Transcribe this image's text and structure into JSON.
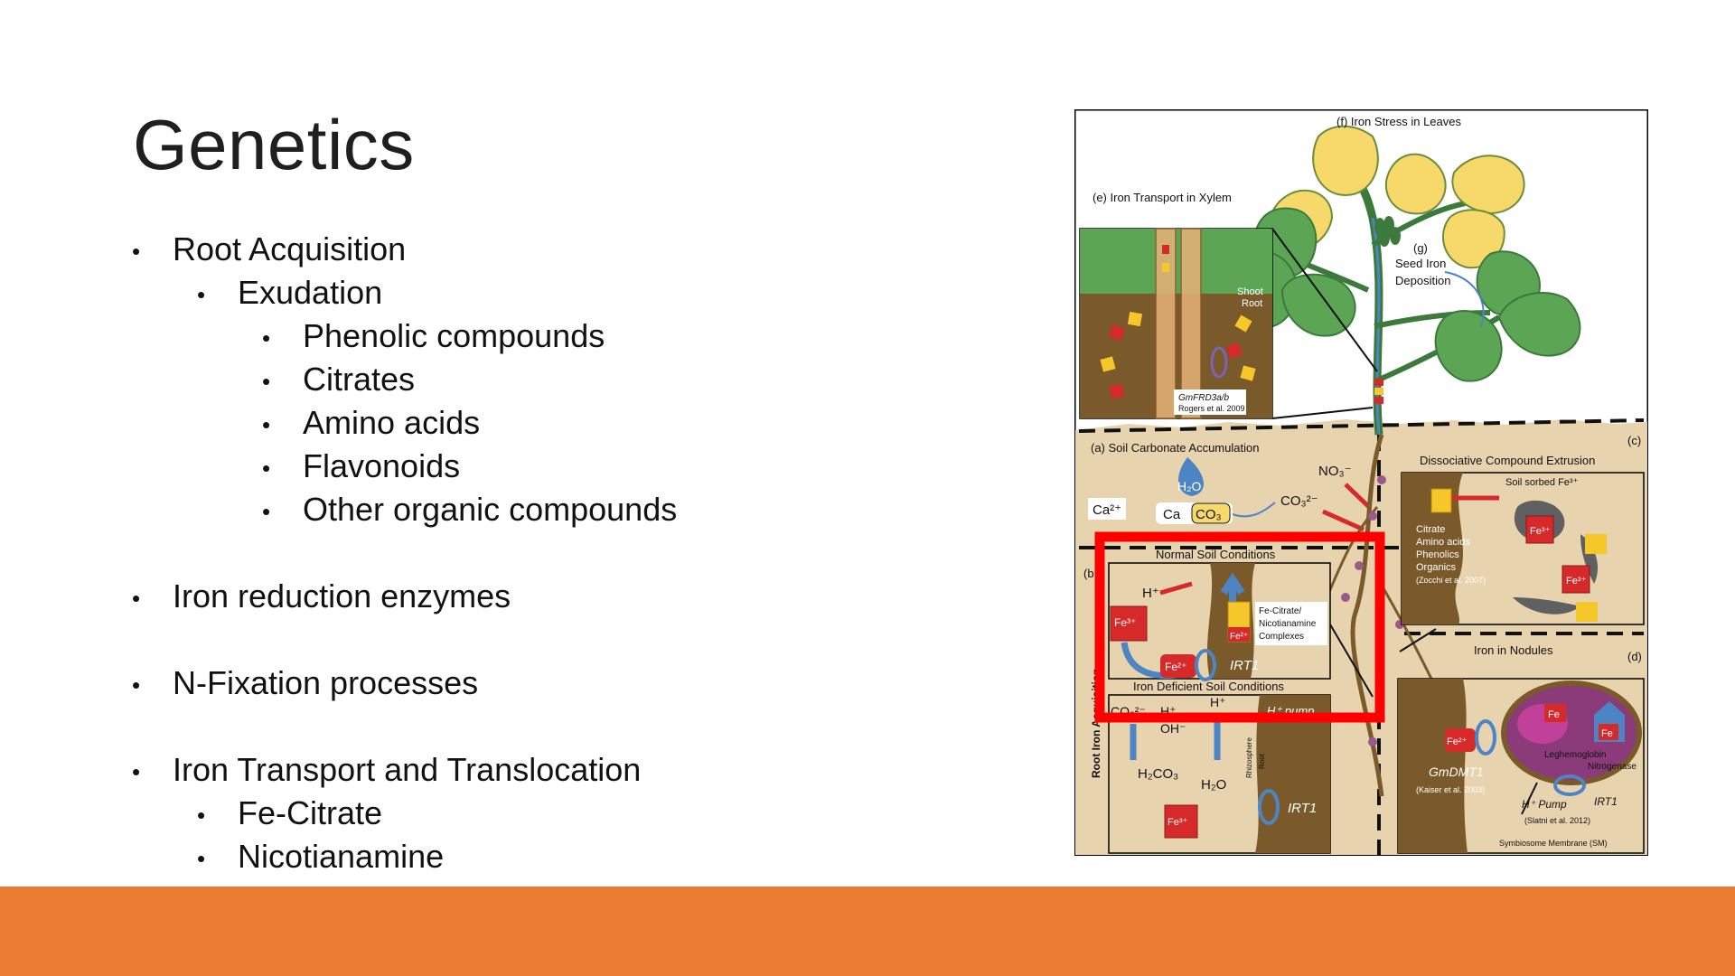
{
  "slide": {
    "title": "Genetics",
    "bullets": [
      {
        "level": 1,
        "text": "Root Acquisition"
      },
      {
        "level": 2,
        "text": "Exudation"
      },
      {
        "level": 3,
        "text": "Phenolic compounds"
      },
      {
        "level": 3,
        "text": "Citrates"
      },
      {
        "level": 3,
        "text": "Amino acids"
      },
      {
        "level": 3,
        "text": "Flavonoids"
      },
      {
        "level": 3,
        "text": "Other organic compounds"
      },
      {
        "level": 1,
        "text": "Iron reduction enzymes"
      },
      {
        "level": 1,
        "text": "N-Fixation processes"
      },
      {
        "level": 1,
        "text": "Iron Transport and Translocation"
      },
      {
        "level": 2,
        "text": "Fe-Citrate"
      },
      {
        "level": 2,
        "text": "Nicotianamine"
      }
    ],
    "footer_color": "#E97C30"
  },
  "figure": {
    "panel_f": "(f)  Iron Stress in Leaves",
    "panel_e": "(e)  Iron Transport in Xylem",
    "panel_g_label": "(g)",
    "seed_iron": "Seed Iron",
    "deposition": "Deposition",
    "shoot": "Shoot",
    "root": "Root",
    "gene_e": "GmFRD3a/b",
    "cite_e": "Rogers et al. 2009",
    "panel_a": "(a)  Soil Carbonate Accumulation",
    "h2o": "H₂O",
    "ca2": "Ca²⁺",
    "ca": "Ca",
    "co3": "CO₃",
    "co3_2": "CO₃²⁻",
    "no3": "NO₃⁻",
    "panel_c_label": "(c)",
    "panel_c": "Dissociative Compound Extrusion",
    "soil_sorbed": "Soil sorbed Fe³⁺",
    "exudates": [
      "Citrate",
      "Amino acids",
      "Phenolics",
      "Organics"
    ],
    "cite_c": "(Zocchi et al. 2007)",
    "fe3": "Fe³⁺",
    "fe2": "Fe²⁺",
    "fe": "Fe",
    "panel_b_label": "(b",
    "normal_soil": "Normal Soil Conditions",
    "hplus": "H⁺",
    "fe_citrate": [
      "Fe-Citrate/",
      "Nicotianamine",
      "Complexes"
    ],
    "irt1": "IRT1",
    "deficient_soil": "Iron Deficient Soil Conditions",
    "co3_b": "CO₃²⁻",
    "oh": "OH⁻",
    "h_pump": "H⁺ pump",
    "h2co3": "H₂CO₃",
    "rhizosphere": "Rhizosphere",
    "root_b": "Root",
    "root_iron_acq": "Root Iron Acquisition",
    "iron_nodules": "Iron in Nodules",
    "panel_d_label": "(d)",
    "gmdmt1": "GmDMT1",
    "cite_d1": "(Kaiser et al. 2003)",
    "leghemoglobin": "Leghemoglobin",
    "nitrogenase": "Nitrogenase",
    "hpump_d": "H⁺ Pump",
    "cite_d2": "(Slatni et al. 2012)",
    "sm": "Symbiosome Membrane (SM)"
  }
}
